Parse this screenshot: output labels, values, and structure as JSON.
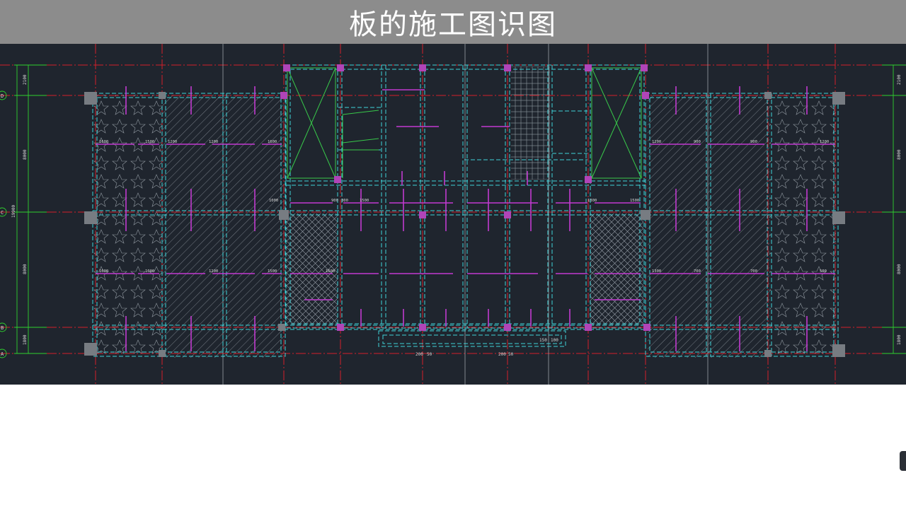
{
  "header": {
    "title": "板的施工图识图"
  },
  "drawing": {
    "axis_labels": [
      "D",
      "C",
      "B",
      "A"
    ],
    "left_dims": [
      "2100",
      "8000",
      "19900",
      "8000",
      "1800"
    ],
    "right_dims": [
      "2100",
      "8000",
      "8000",
      "1800"
    ],
    "bar_labels": [
      "1600",
      "1500",
      "1200",
      "1200",
      "1600",
      "1000",
      "1000",
      "1200",
      "1500",
      "1600",
      "1200",
      "900",
      "900",
      "1200",
      "1300",
      "700",
      "700",
      "500",
      "1000",
      "900",
      "300",
      "1500",
      "1300",
      "1500"
    ],
    "bottom_dims": [
      "200",
      "50",
      "100",
      "150"
    ],
    "colors": {
      "grid": "#d3202a",
      "beam": "#3fd2d8",
      "rebar": "#c23ad0",
      "dim": "#2fd12f",
      "column": "#7a7a7a"
    }
  }
}
